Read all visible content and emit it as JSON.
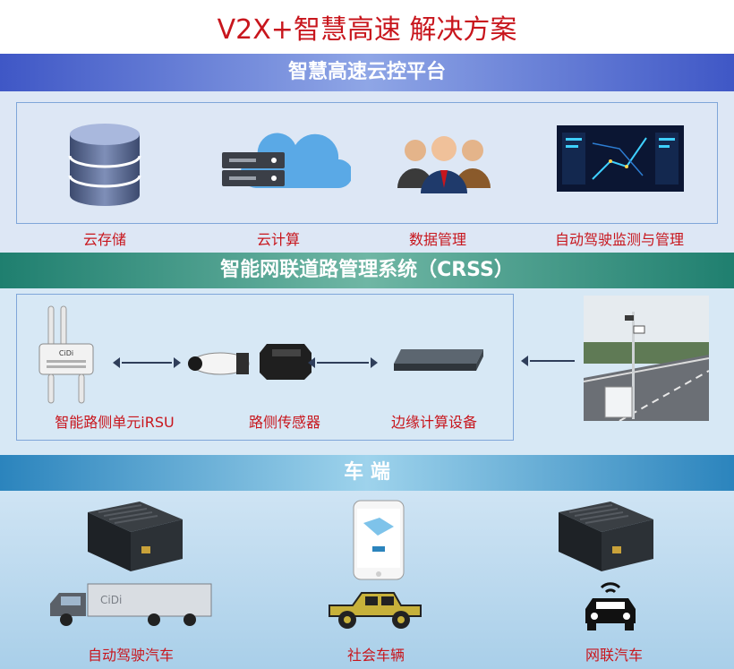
{
  "title": "V2X+智慧高速 解决方案",
  "sections": {
    "cloud": {
      "header": "智慧高速云控平台",
      "items": [
        {
          "label": "云存储",
          "icon": "database-icon"
        },
        {
          "label": "云计算",
          "icon": "cloud-server-icon"
        },
        {
          "label": "数据管理",
          "icon": "people-icon"
        },
        {
          "label": "自动驾驶监测与管理",
          "icon": "monitor-dashboard-icon"
        }
      ]
    },
    "crss": {
      "header": "智能网联道路管理系统（CRSS）",
      "items": [
        {
          "label": "智能路侧单元iRSU",
          "icon": "rsu-antenna-icon"
        },
        {
          "label": "路侧传感器",
          "icon": "camera-radar-icon"
        },
        {
          "label": "边缘计算设备",
          "icon": "edge-device-icon"
        }
      ],
      "photo_icon": "roadside-pole-photo",
      "rsu_logo_text": "CiDi"
    },
    "vehicle": {
      "header": "车 端",
      "items": [
        {
          "label": "自动驾驶汽车",
          "icon": "truck-icon"
        },
        {
          "label": "社会车辆",
          "icon": "jeep-icon"
        },
        {
          "label": "网联汽车",
          "icon": "connected-car-icon"
        }
      ],
      "obu_icon": "obu-device-icon",
      "phone_icon": "smartphone-icon",
      "truck_brand": "CiDi"
    }
  },
  "colors": {
    "title_red": "#c8161d",
    "band_blue": "#3f57c6",
    "band_green": "#1f7f6f",
    "band_sky": "#2b84bd"
  }
}
